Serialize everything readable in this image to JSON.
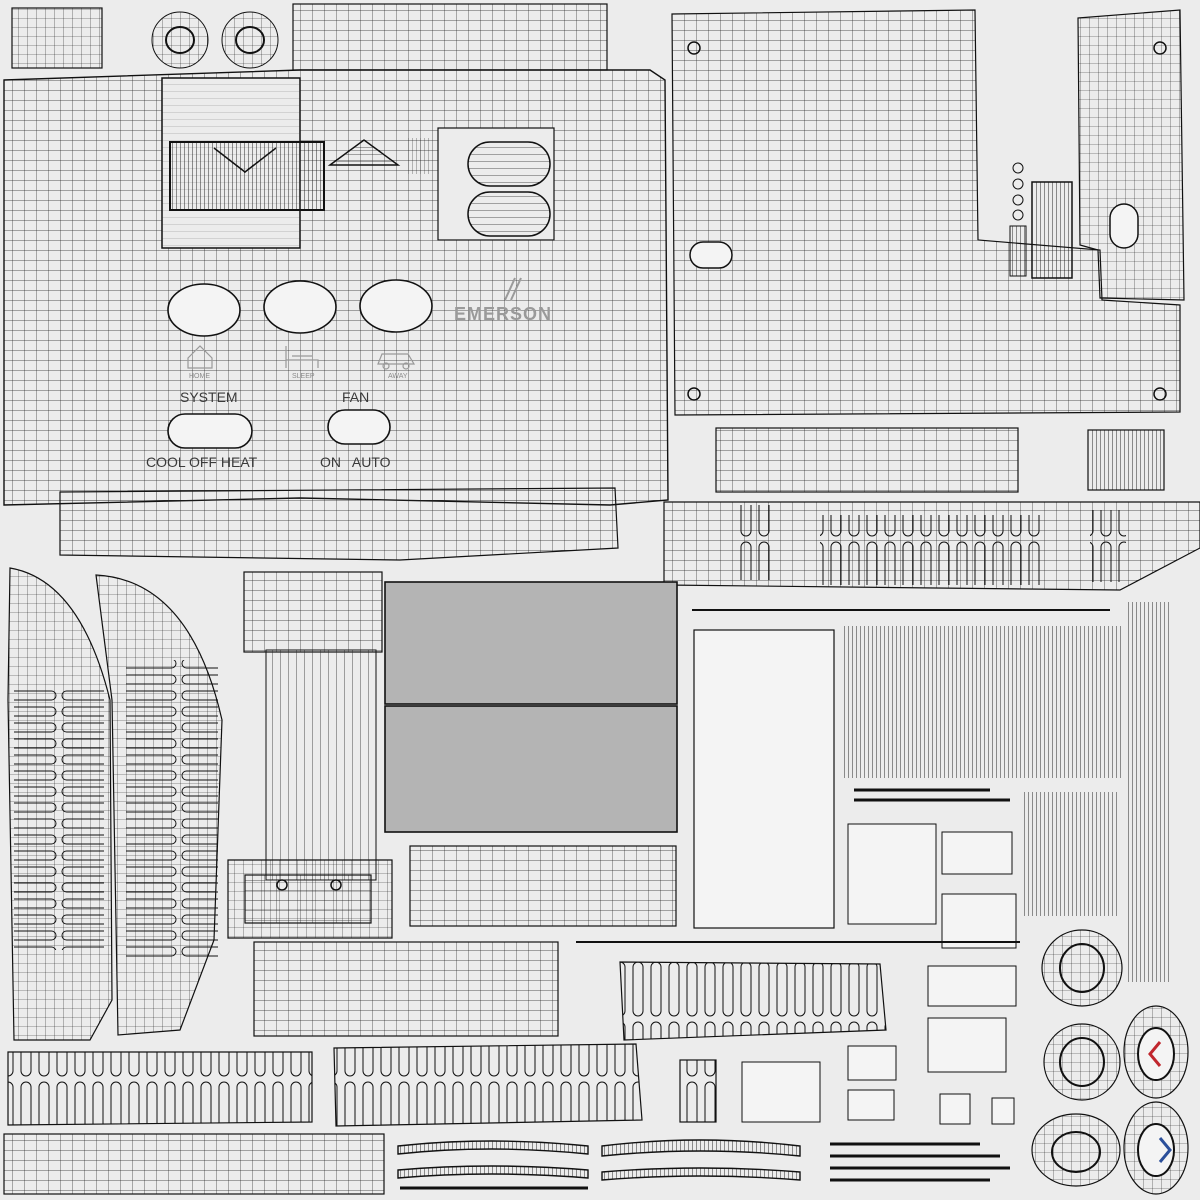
{
  "brand": "EMERSON",
  "labels": {
    "system": "SYSTEM",
    "fan": "FAN",
    "system_modes": "COOL OFF HEAT",
    "fan_modes": "ON   AUTO",
    "home": "HOME",
    "sleep": "SLEEP",
    "away": "AWAY"
  },
  "colors": {
    "background": "#ececec",
    "wire": "#1a1a1a",
    "screen_fill": "#b4b4b4",
    "panel_fill": "#f4f4f4",
    "arrow_left": "#c0262d",
    "arrow_right": "#2b4f9a"
  },
  "icons": [
    "house-icon",
    "bed-icon",
    "car-icon",
    "left-arrow-icon",
    "right-arrow-icon",
    "brand-logo-icon"
  ]
}
